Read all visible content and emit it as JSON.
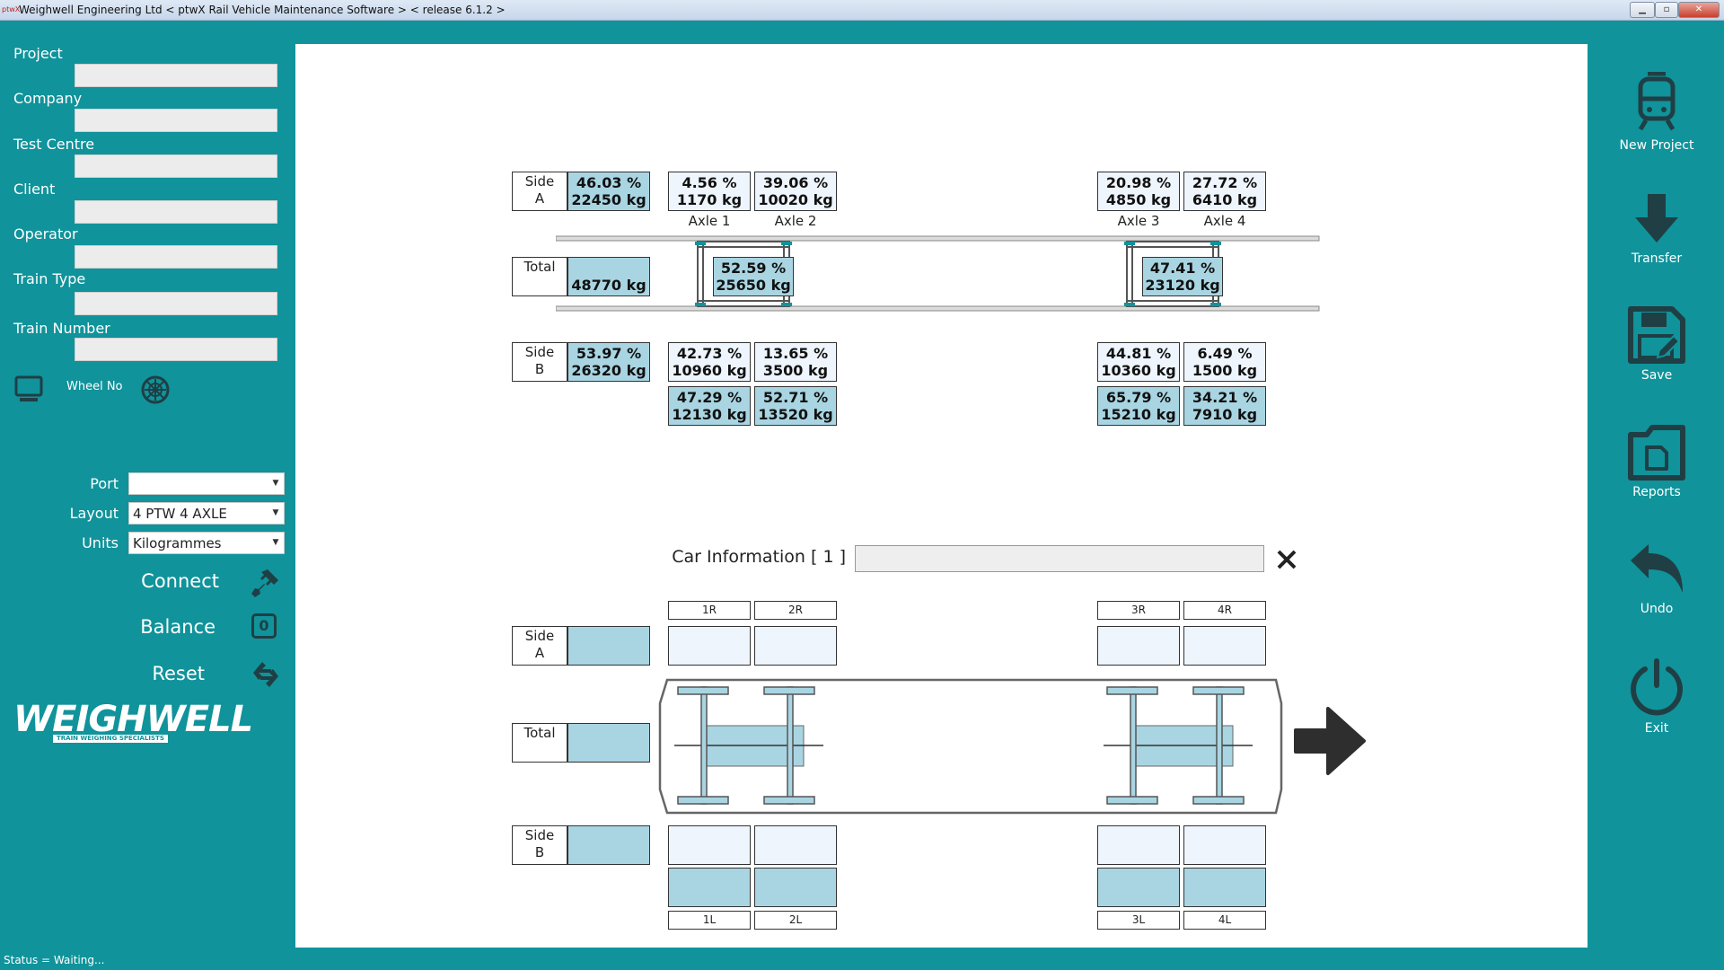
{
  "window": {
    "title": "Weighwell Engineering Ltd < ptwX Rail Vehicle Maintenance Software > < release 6.1.2 >",
    "app_icon_text": "ptwX"
  },
  "left": {
    "fields": [
      {
        "label": "Project",
        "value": ""
      },
      {
        "label": "Company",
        "value": ""
      },
      {
        "label": "Test Centre",
        "value": ""
      },
      {
        "label": "Client",
        "value": ""
      },
      {
        "label": "Operator",
        "value": ""
      },
      {
        "label": "Train Type",
        "value": ""
      },
      {
        "label": "Train Number",
        "value": ""
      }
    ],
    "wheel_no_label": "Wheel No",
    "port": {
      "label": "Port",
      "value": ""
    },
    "layout": {
      "label": "Layout",
      "value": "4 PTW 4 AXLE"
    },
    "units": {
      "label": "Units",
      "value": "Kilogrammes"
    },
    "connect": "Connect",
    "balance": "Balance",
    "balance_count": "0",
    "reset": "Reset",
    "logo_text": "WEIGHWELL",
    "logo_tagline": "TRAIN WEIGHING SPECIALISTS"
  },
  "upper": {
    "side_a_label": [
      "Side",
      "A"
    ],
    "side_b_label": [
      "Side",
      "B"
    ],
    "total_label": "Total",
    "side_a_total": [
      "46.03 %",
      "22450 kg"
    ],
    "side_b_total": [
      "53.97 %",
      "26320 kg"
    ],
    "total_value": "48770 kg",
    "axles": [
      {
        "name": "Axle 1",
        "side_a": [
          "4.56 %",
          "1170 kg"
        ],
        "side_b": [
          "42.73 %",
          "10960 kg"
        ],
        "axle_total": [
          "47.29 %",
          "12130 kg"
        ]
      },
      {
        "name": "Axle 2",
        "side_a": [
          "39.06 %",
          "10020 kg"
        ],
        "side_b": [
          "13.65 %",
          "3500 kg"
        ],
        "axle_total": [
          "52.71 %",
          "13520 kg"
        ]
      },
      {
        "name": "Axle 3",
        "side_a": [
          "20.98 %",
          "4850 kg"
        ],
        "side_b": [
          "44.81 %",
          "10360 kg"
        ],
        "axle_total": [
          "65.79 %",
          "15210 kg"
        ]
      },
      {
        "name": "Axle 4",
        "side_a": [
          "27.72 %",
          "6410 kg"
        ],
        "side_b": [
          "6.49 %",
          "1500 kg"
        ],
        "axle_total": [
          "34.21 %",
          "7910 kg"
        ]
      }
    ],
    "bogies": [
      {
        "value": [
          "52.59 %",
          "25650 kg"
        ]
      },
      {
        "value": [
          "47.41 %",
          "23120 kg"
        ]
      }
    ]
  },
  "car_info": {
    "label": "Car Information [ 1 ]",
    "value": ""
  },
  "lower": {
    "side_a_label": [
      "Side",
      "A"
    ],
    "side_b_label": [
      "Side",
      "B"
    ],
    "total_label": "Total",
    "top_wheels": [
      "1R",
      "2R",
      "3R",
      "4R"
    ],
    "bottom_wheels": [
      "1L",
      "2L",
      "3L",
      "4L"
    ]
  },
  "toolbar": [
    {
      "label": "New Project",
      "icon": "train-icon"
    },
    {
      "label": "Transfer",
      "icon": "arrow-down-icon"
    },
    {
      "label": "Save",
      "icon": "save-icon"
    },
    {
      "label": "Reports",
      "icon": "folder-icon"
    },
    {
      "label": "Undo",
      "icon": "undo-icon"
    },
    {
      "label": "Exit",
      "icon": "power-icon"
    }
  ],
  "status": "Status = Waiting...",
  "colors": {
    "background": "#10939b",
    "cell_blue": "#a9d5e2",
    "cell_light": "#eef5fc"
  }
}
